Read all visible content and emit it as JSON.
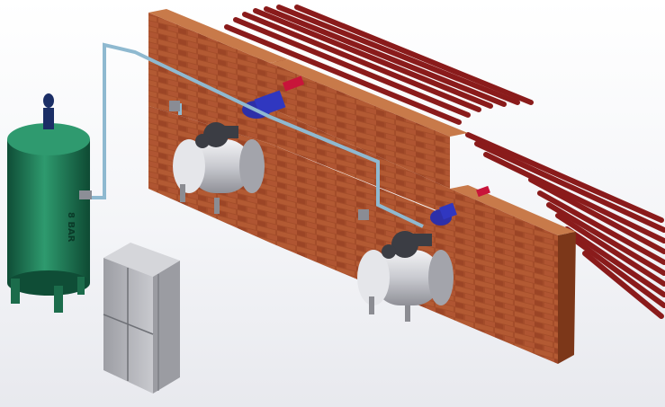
{
  "scene": {
    "tank_label": "8 BAR",
    "colors": {
      "brick": "#a9502b",
      "mortar": "#d8b48d",
      "pipe_red": "#8e1d1d",
      "air_pipe": "#9cc6dc",
      "tank_green": "#1f7a57",
      "compressor_tank": "#d9dadf",
      "cabinet": "#b8b9be"
    },
    "icons": [
      "receiver-tank",
      "compressor",
      "brick-wall",
      "heat-exchanger-pipes",
      "air-pipe",
      "control-cabinet",
      "valve"
    ]
  }
}
